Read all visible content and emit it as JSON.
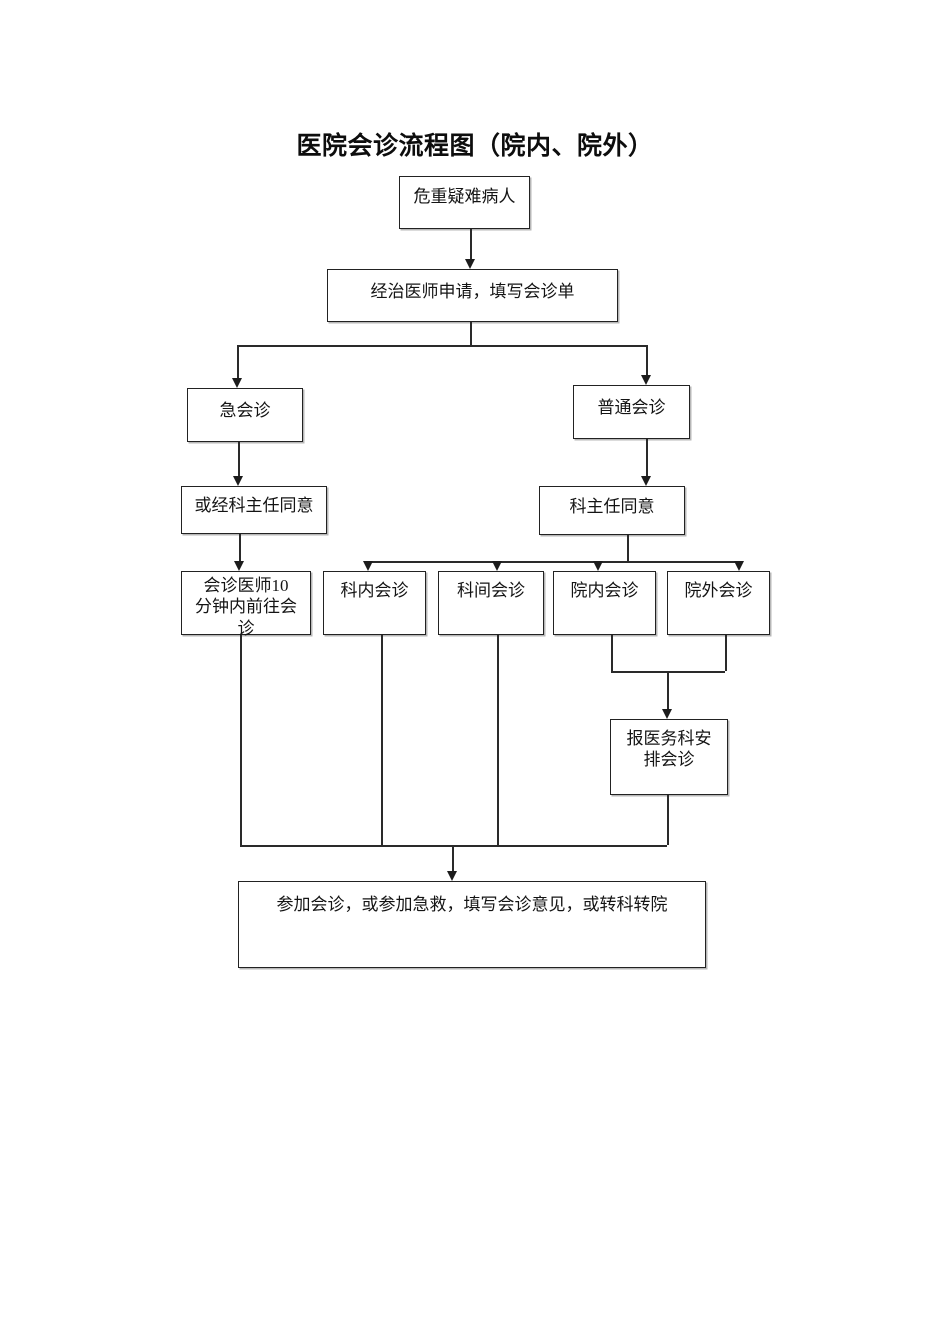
{
  "page": {
    "title": "医院会诊流程图（院内、院外）"
  },
  "nodes": {
    "critical_patient": "危重疑难病人",
    "physician_request": "经治医师申请，填写会诊单",
    "emergency_consult": "急会诊",
    "ordinary_consult": "普通会诊",
    "or_dept_director_consent": "或经科主任同意",
    "dept_director_consent": "科主任同意",
    "consultant_10min": "会诊医师10\n分钟内前往会\n诊",
    "intra_dept_consult": "科内会诊",
    "inter_dept_consult": "科间会诊",
    "intra_hospital_consult": "院内会诊",
    "extra_hospital_consult": "院外会诊",
    "report_medical_affairs": "报医务科安\n排会诊",
    "attend_consult": "参加会诊，或参加急救，填写会诊意见，或转科转院"
  }
}
